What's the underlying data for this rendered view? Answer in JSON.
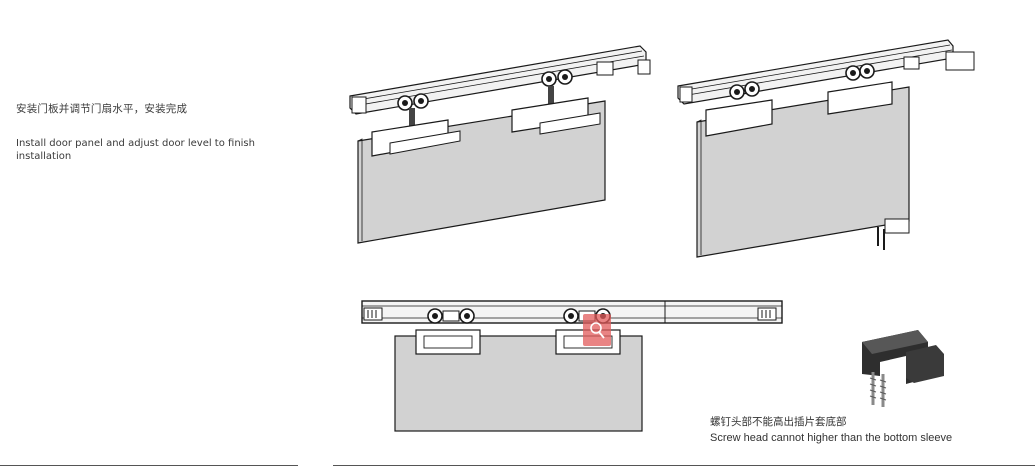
{
  "instructions": {
    "chinese": "安装门板并调节门扇水平，安装完成",
    "english": "Install door panel  and adjust door level to finish installation"
  },
  "note": {
    "chinese": "螺钉头部不能高出插片套底部",
    "english": "Screw head cannot higher than the bottom sleeve"
  },
  "colors": {
    "panel": "#d2d2d2",
    "line": "#1a1a1a",
    "highlight": "#e25b5b",
    "sleeve": "#2e2e2e"
  }
}
